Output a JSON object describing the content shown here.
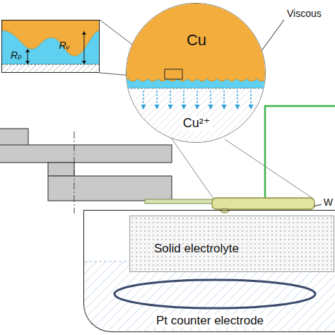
{
  "diagram": {
    "nodes": [
      {
        "text": [
          "Rₚ",
          "Rᵥ"
        ]
      },
      {
        "text": [
          "Cu",
          "Cu²⁺"
        ]
      },
      {
        "text": [
          "Pt counter electrode"
        ]
      },
      {
        "text": [
          "Solid electrolyte"
        ],
        "in": 2
      }
    ],
    "labels": [
      "Viscous",
      "W"
    ]
  }
}
